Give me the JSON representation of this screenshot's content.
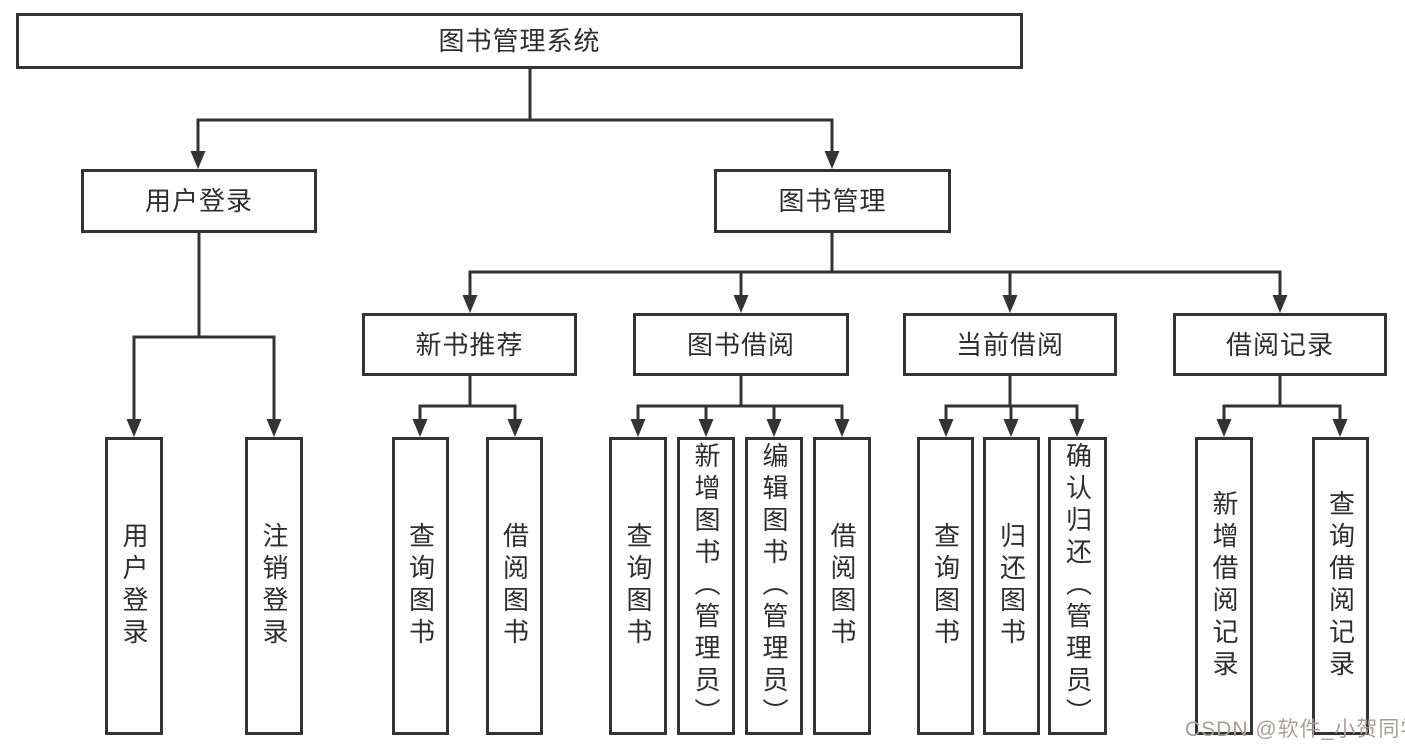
{
  "diagram": {
    "root": {
      "label": "图书管理系统"
    },
    "level2": [
      {
        "label": "用户登录"
      },
      {
        "label": "图书管理"
      }
    ],
    "level3": [
      {
        "label": "新书推荐"
      },
      {
        "label": "图书借阅"
      },
      {
        "label": "当前借阅"
      },
      {
        "label": "借阅记录"
      }
    ],
    "level4": [
      {
        "label": "用户登录"
      },
      {
        "label": "注销登录"
      },
      {
        "label": "查询图书"
      },
      {
        "label": "借阅图书"
      },
      {
        "label": "查询图书"
      },
      {
        "label": "新增图书（管理员）"
      },
      {
        "label": "编辑图书（管理员）"
      },
      {
        "label": "借阅图书"
      },
      {
        "label": "查询图书"
      },
      {
        "label": "归还图书"
      },
      {
        "label": "确认归还（管理员）"
      },
      {
        "label": "新增借阅记录"
      },
      {
        "label": "查询借阅记录"
      }
    ]
  },
  "watermark": {
    "text": "CSDN @软件_小贺同学"
  },
  "style": {
    "line_color": "#333333",
    "text_color": "#2e2e2e",
    "background": "#ffffff",
    "watermark_color": "#a89d9d"
  }
}
